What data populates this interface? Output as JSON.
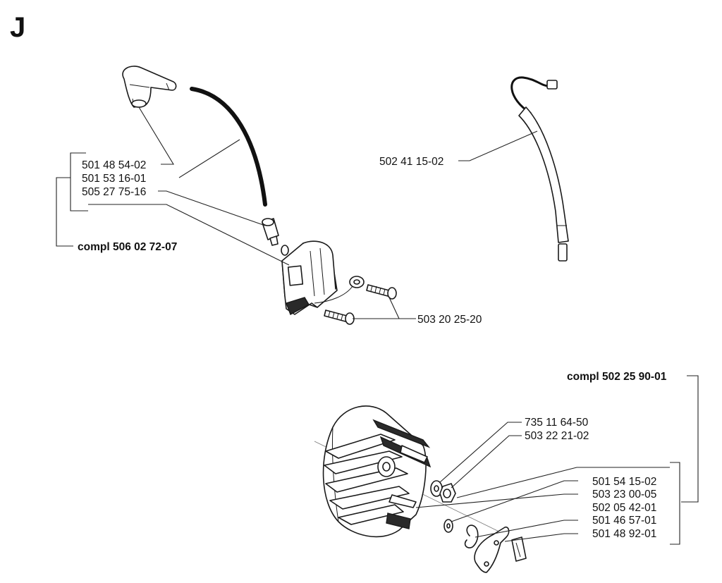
{
  "section": {
    "letter": "J"
  },
  "labels": {
    "p_501_48_54_02": "501 48 54-02",
    "p_501_53_16_01": "501 53 16-01",
    "p_505_27_75_16": "505 27 75-16",
    "compl_506_02_72_07": "compl 506 02 72-07",
    "p_502_41_15_02": "502 41 15-02",
    "p_503_20_25_20": "503 20 25-20",
    "compl_502_25_90_01": "compl 502 25 90-01",
    "p_735_11_64_50": "735 11 64-50",
    "p_503_22_21_02": "503 22 21-02",
    "p_501_54_15_02": "501 54 15-02",
    "p_503_23_00_05": "503 23 00-05",
    "p_502_05_42_01": "502 05 42-01",
    "p_501_46_57_01": "501 46 57-01",
    "p_501_48_92_01": "501 48 92-01"
  }
}
